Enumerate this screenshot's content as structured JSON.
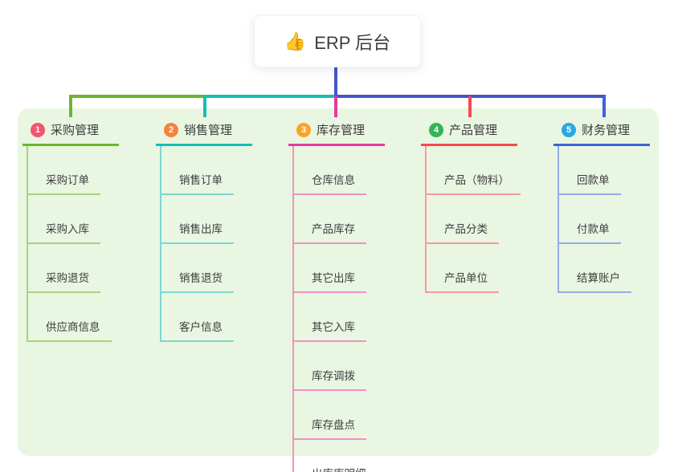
{
  "root": {
    "icon": "👍",
    "label": "ERP 后台"
  },
  "colors": {
    "root_connector": "#4456cc",
    "panel_bg": "#e9f6e2",
    "root_box_bg": "#ffffff",
    "text": "#3d3d3d"
  },
  "branches": [
    {
      "number": "1",
      "label": "采购管理",
      "badge_color": "#f4566e",
      "line_color": "#6db52e",
      "child_line_color": "#a9d37d",
      "children": [
        "采购订单",
        "采购入库",
        "采购退货",
        "供应商信息"
      ]
    },
    {
      "number": "2",
      "label": "销售管理",
      "badge_color": "#f7823b",
      "line_color": "#13bfb3",
      "child_line_color": "#7ed7cf",
      "children": [
        "销售订单",
        "销售出库",
        "销售退货",
        "客户信息"
      ]
    },
    {
      "number": "3",
      "label": "库存管理",
      "badge_color": "#f7a52b",
      "line_color": "#e63a9e",
      "child_line_color": "#f291c3",
      "children": [
        "仓库信息",
        "产品库存",
        "其它出库",
        "其它入库",
        "库存调拨",
        "库存盘点",
        "出库库明细"
      ]
    },
    {
      "number": "4",
      "label": "产品管理",
      "badge_color": "#33b457",
      "line_color": "#f6494e",
      "child_line_color": "#f9999c",
      "children": [
        "产品（物料）",
        "产品分类",
        "产品单位"
      ]
    },
    {
      "number": "5",
      "label": "财务管理",
      "badge_color": "#2aa8e2",
      "line_color": "#3e63d6",
      "child_line_color": "#93abe7",
      "children": [
        "回款单",
        "付款单",
        "结算账户"
      ]
    }
  ]
}
